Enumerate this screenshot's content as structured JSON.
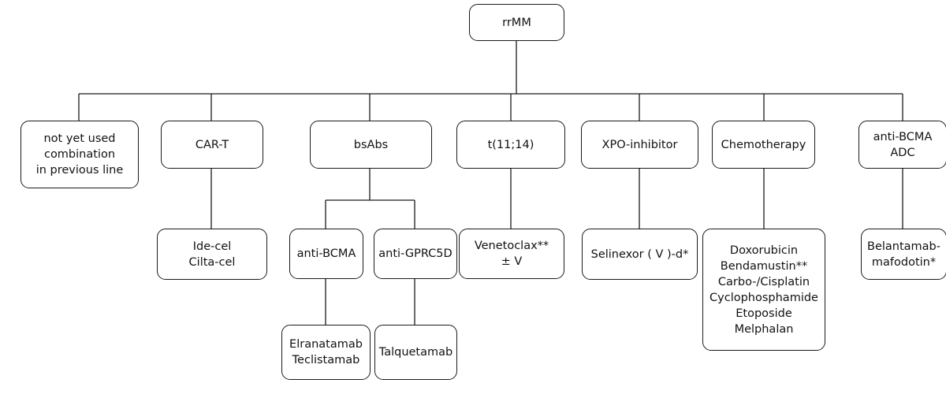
{
  "nodes": {
    "root": {
      "lines": [
        "rrMM"
      ]
    },
    "not_yet_used": {
      "lines": [
        "not yet used",
        "combination",
        "in previous line"
      ]
    },
    "car_t": {
      "lines": [
        "CAR-T"
      ]
    },
    "bsabs": {
      "lines": [
        "bsAbs"
      ]
    },
    "t11_14": {
      "lines": [
        "t(11;14)"
      ]
    },
    "xpo_inhibitor": {
      "lines": [
        "XPO-inhibitor"
      ]
    },
    "chemotherapy": {
      "lines": [
        "Chemotherapy"
      ]
    },
    "anti_bcma_adc": {
      "lines": [
        "anti-BCMA",
        "ADC"
      ]
    },
    "car_t_products": {
      "lines": [
        "Ide-cel",
        "Cilta-cel"
      ]
    },
    "anti_bcma": {
      "lines": [
        "anti-BCMA"
      ]
    },
    "anti_gprc5d": {
      "lines": [
        "anti-GPRC5D"
      ]
    },
    "venetoclax": {
      "lines": [
        "Venetoclax**",
        "± V"
      ]
    },
    "selinexor": {
      "lines": [
        "Selinexor ( V )-d*"
      ]
    },
    "chemo_agents": {
      "lines": [
        "Doxorubicin",
        "Bendamustin**",
        "Carbo-/Cisplatin",
        "Cyclophosphamide",
        "Etoposide",
        "Melphalan"
      ]
    },
    "belantamab": {
      "lines": [
        "Belantamab-",
        "mafodotin*"
      ]
    },
    "bcma_bsabs": {
      "lines": [
        "Elranatamab",
        "Teclistamab"
      ]
    },
    "gprc5d_bsabs": {
      "lines": [
        "Talquetamab"
      ]
    }
  }
}
